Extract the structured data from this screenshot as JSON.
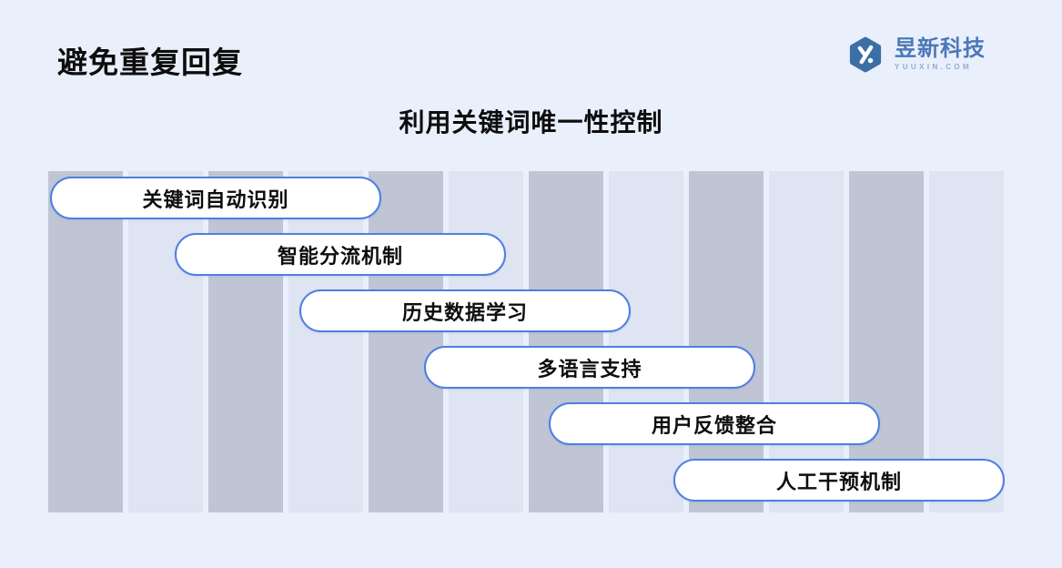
{
  "page": {
    "title": "避免重复回复",
    "subtitle": "利用关键词唯一性控制"
  },
  "logo": {
    "name": "昱新科技",
    "domain": "YUUXIN.COM",
    "icon": "hexagon-yx-icon"
  },
  "features": [
    {
      "label": "关键词自动识别"
    },
    {
      "label": "智能分流机制"
    },
    {
      "label": "历史数据学习"
    },
    {
      "label": "多语言支持"
    },
    {
      "label": "用户反馈整合"
    },
    {
      "label": "人工干预机制"
    }
  ],
  "colors": {
    "background": "#EAEFFC",
    "stripe_dark": "#BFC5D4",
    "stripe_light": "#DEE4F1",
    "pill_border": "#4F7EE3",
    "pill_fill": "#FFFFFF",
    "text": "#0D0D0D",
    "logo_blue": "#3C6FA6",
    "logo_text_blue": "#4B79B9",
    "logo_domain_blue": "#93ABD0"
  }
}
